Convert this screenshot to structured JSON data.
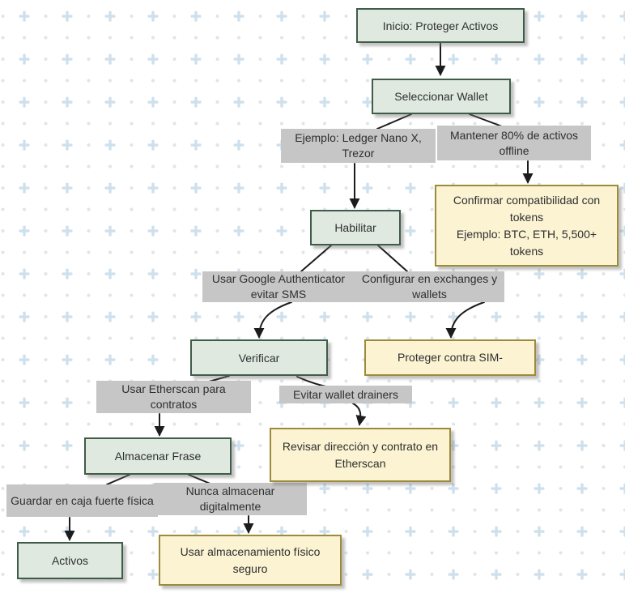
{
  "diagram": {
    "type": "flowchart",
    "language": "es",
    "nodes": {
      "inicio": {
        "label": "Inicio: Proteger Activos",
        "kind": "process"
      },
      "seleccionar": {
        "label": "Seleccionar Wallet",
        "kind": "process"
      },
      "habilitar": {
        "label": "Habilitar",
        "kind": "process"
      },
      "verificar": {
        "label": "Verificar",
        "kind": "process"
      },
      "almacenar": {
        "label": "Almacenar Frase",
        "kind": "process"
      },
      "activos": {
        "label": "Activos",
        "kind": "process"
      },
      "confirmar": {
        "label": "Confirmar compatibilidad con tokens\nEjemplo: BTC, ETH, 5,500+ tokens",
        "kind": "note"
      },
      "proteger_sim": {
        "label": "Proteger contra SIM-",
        "kind": "note"
      },
      "revisar": {
        "label": "Revisar dirección y contrato en Etherscan",
        "kind": "note"
      },
      "fisico": {
        "label": "Usar almacenamiento físico seguro",
        "kind": "note"
      }
    },
    "edge_labels": {
      "ejemplo_ledger": "Ejemplo: Ledger Nano X, Trezor",
      "mantener_offline": "Mantener 80% de activos offline",
      "usar_google": "Usar Google Authenticator evitar SMS",
      "configurar_exch": "Configurar en exchanges y wallets",
      "usar_etherscan": "Usar Etherscan para contratos",
      "evitar_drainers": "Evitar wallet drainers",
      "guardar_caja": "Guardar en caja fuerte física",
      "nunca_digital": "Nunca almacenar digitalmente"
    }
  },
  "colors": {
    "green-fill": "#dfe9e0",
    "green-border": "#3f5c49",
    "yellow-fill": "#fbf3d2",
    "yellow-border": "#9c8b3a",
    "label-bg": "#c6c6c6",
    "edge-stroke": "#1c1c1c",
    "bg-dot": "#dbe6ee",
    "bg-plus": "#cfe0ed"
  }
}
